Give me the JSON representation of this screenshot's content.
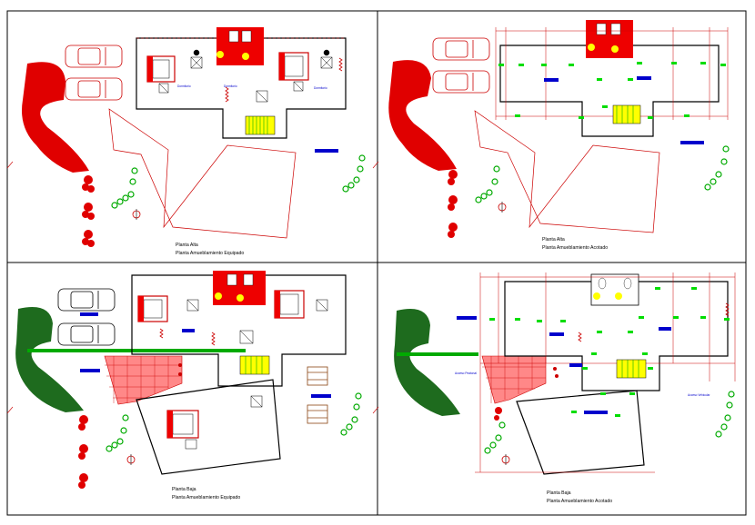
{
  "drawing": {
    "panels": [
      {
        "id": "top-left",
        "caption_line1": "Planta Alta",
        "caption_line2": "Planta Amueblamiento Equipado",
        "room_labels": [
          "Dormitorio",
          "Dormitorio",
          "Dormitorio"
        ]
      },
      {
        "id": "top-right",
        "caption_line1": "Planta Alta",
        "caption_line2": "Planta Amueblamiento Acotado",
        "room_labels": []
      },
      {
        "id": "bottom-left",
        "caption_line1": "Planta Baja",
        "caption_line2": "Planta Amueblamiento Equipado",
        "room_labels": []
      },
      {
        "id": "bottom-right",
        "caption_line1": "Planta Baja",
        "caption_line2": "Planta Amueblamiento Acotado",
        "room_labels": [
          "Acceso Peatonal",
          "Acceso Vehicular"
        ]
      }
    ],
    "colors": {
      "frame": "#000000",
      "walls": "#cc0000",
      "furniture": "#ff0000",
      "vegetation": "#00aa00",
      "dark_vegetation": "#1e6b1e",
      "dimension_tag": "#0000cc",
      "stair_fill": "#ffff00"
    }
  }
}
